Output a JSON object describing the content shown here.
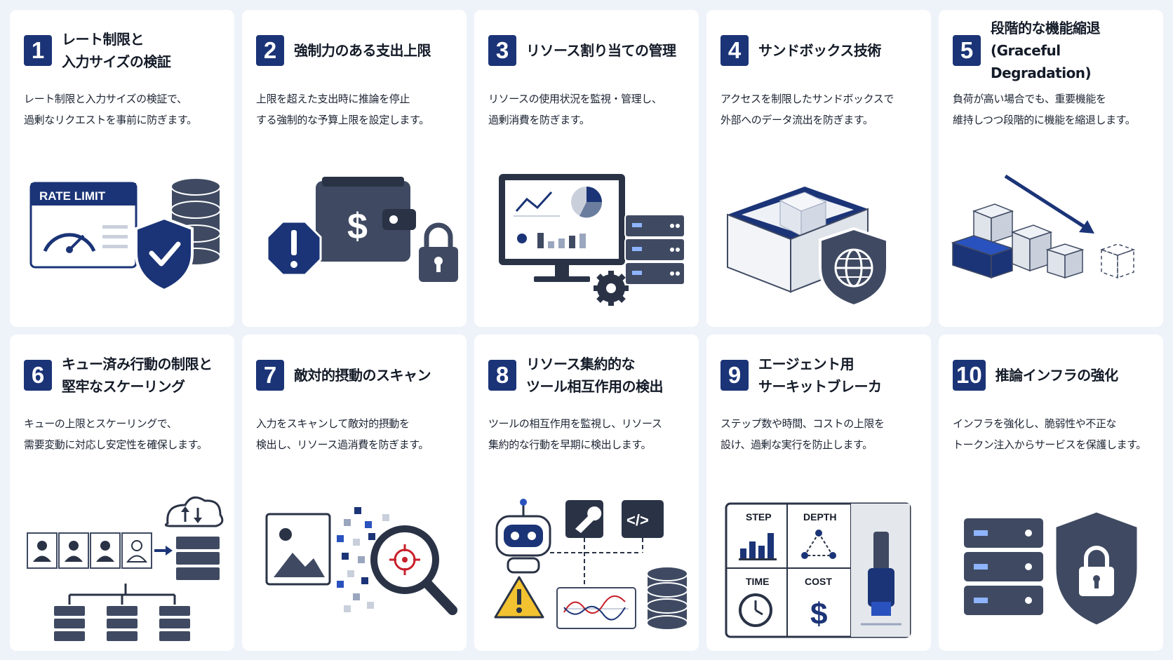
{
  "cards": [
    {
      "num": "1",
      "title": "レート制限と\n入力サイズの検証",
      "desc": "レート制限と入力サイズの検証で、\n過剰なリクエストを事前に防ぎます。",
      "illus_label": "RATE LIMIT"
    },
    {
      "num": "2",
      "title": "強制力のある支出上限",
      "desc": "上限を超えた支出時に推論を停止\nする強制的な予算上限を設定します。",
      "illus_label": "$"
    },
    {
      "num": "3",
      "title": "リソース割り当ての管理",
      "desc": "リソースの使用状況を監視・管理し、\n過剰消費を防ぎます。"
    },
    {
      "num": "4",
      "title": "サンドボックス技術",
      "desc": "アクセスを制限したサンドボックスで\n外部へのデータ流出を防ぎます。"
    },
    {
      "num": "5",
      "title": "段階的な機能縮退\n(Graceful Degradation)",
      "desc": "負荷が高い場合でも、重要機能を\n維持しつつ段階的に機能を縮退します。"
    },
    {
      "num": "6",
      "title": "キュー済み行動の制限と\n堅牢なスケーリング",
      "desc": "キューの上限とスケーリングで、\n需要変動に対応し安定性を確保します。"
    },
    {
      "num": "7",
      "title": "敵対的摂動のスキャン",
      "desc": "入力をスキャンして敵対的摂動を\n検出し、リソース過消費を防ぎます。"
    },
    {
      "num": "8",
      "title": "リソース集約的な\nツール相互作用の検出",
      "desc": "ツールの相互作用を監視し、リソース\n集約的な行動を早期に検出します。",
      "illus_label": "</>"
    },
    {
      "num": "9",
      "title": "エージェント用\nサーキットブレーカ",
      "desc": "ステップ数や時間、コストの上限を\n設け、過剰な実行を防止します。",
      "cells": [
        "STEP",
        "DEPTH",
        "TIME",
        "COST"
      ],
      "cost_symbol": "$"
    },
    {
      "num": "10",
      "title": "推論インフラの強化",
      "desc": "インフラを強化し、脆弱性や不正な\nトークン注入からサービスを保護します。"
    }
  ],
  "colors": {
    "navy": "#1b3477",
    "accent_blue": "#2a52be",
    "slate": "#3f4a62",
    "warning": "#f2c230",
    "red": "#c8202a"
  },
  "icons": [
    "rate-limit-panel-icon",
    "gauge-icon",
    "database-icon",
    "shield-check-icon",
    "wallet-icon",
    "alert-octagon-icon",
    "padlock-icon",
    "monitor-dashboard-icon",
    "server-rack-icon",
    "gear-icon",
    "sandbox-box-icon",
    "shield-globe-icon",
    "degradation-blocks-icon",
    "down-trend-arrow-icon",
    "user-queue-icon",
    "cloud-sync-icon",
    "image-icon",
    "noise-pixels-icon",
    "magnifier-target-icon",
    "robot-icon",
    "wrench-icon",
    "code-icon",
    "warning-triangle-icon",
    "graph-panel-icon",
    "breaker-switch-icon",
    "server-stack-icon",
    "shield-lock-icon"
  ]
}
